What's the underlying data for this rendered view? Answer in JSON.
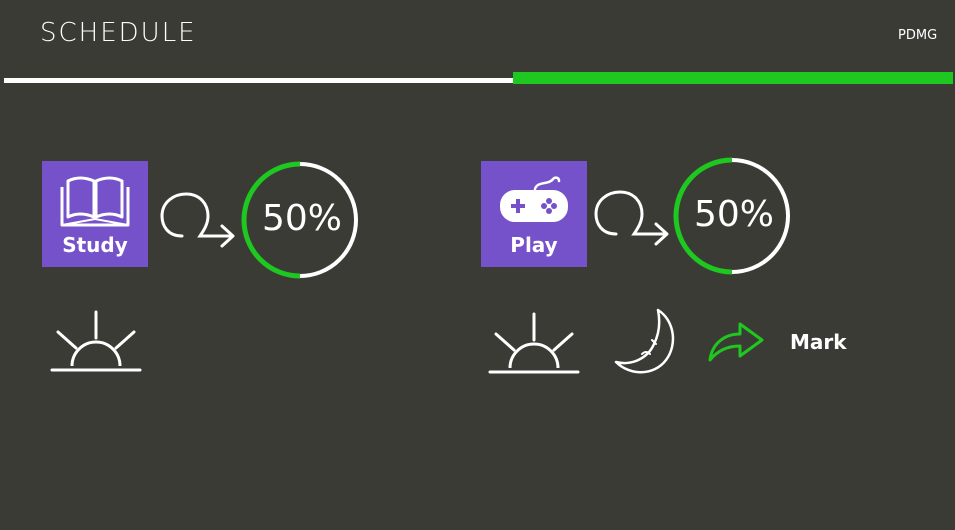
{
  "header": {
    "title": "SCHEDULE",
    "brand": "PDMG",
    "progress": 0.54
  },
  "cards": [
    {
      "label": "Study",
      "icon": "book-icon",
      "percent_text": "50%",
      "percent": 0.5,
      "time_icons": [
        "sunrise-icon"
      ]
    },
    {
      "label": "Play",
      "icon": "gamepad-icon",
      "percent_text": "50%",
      "percent": 0.5,
      "time_icons": [
        "sunrise-icon",
        "moon-icon"
      ],
      "action": {
        "icon": "forward-arrow-icon",
        "label": "Mark"
      }
    }
  ],
  "colors": {
    "background": "#3b3b36",
    "tile": "#7552c9",
    "accent": "#1ec820",
    "ring": "#ffffff"
  }
}
